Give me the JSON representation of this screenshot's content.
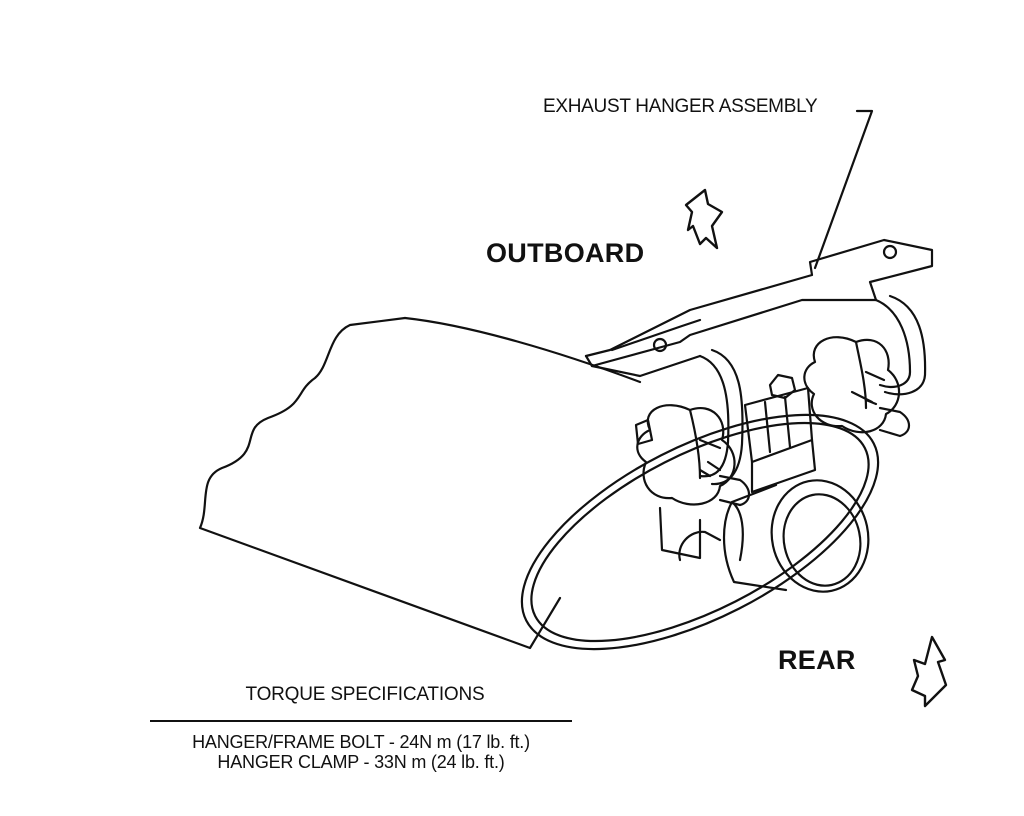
{
  "figure": {
    "callout": "EXHAUST HANGER ASSEMBLY",
    "direction_outboard": "OUTBOARD",
    "direction_rear": "REAR"
  },
  "torque_specifications": {
    "title": "TORQUE SPECIFICATIONS",
    "items": [
      "HANGER/FRAME BOLT - 24N  m (17 lb. ft.)",
      "HANGER CLAMP - 33N  m  (24 lb. ft.)"
    ]
  }
}
